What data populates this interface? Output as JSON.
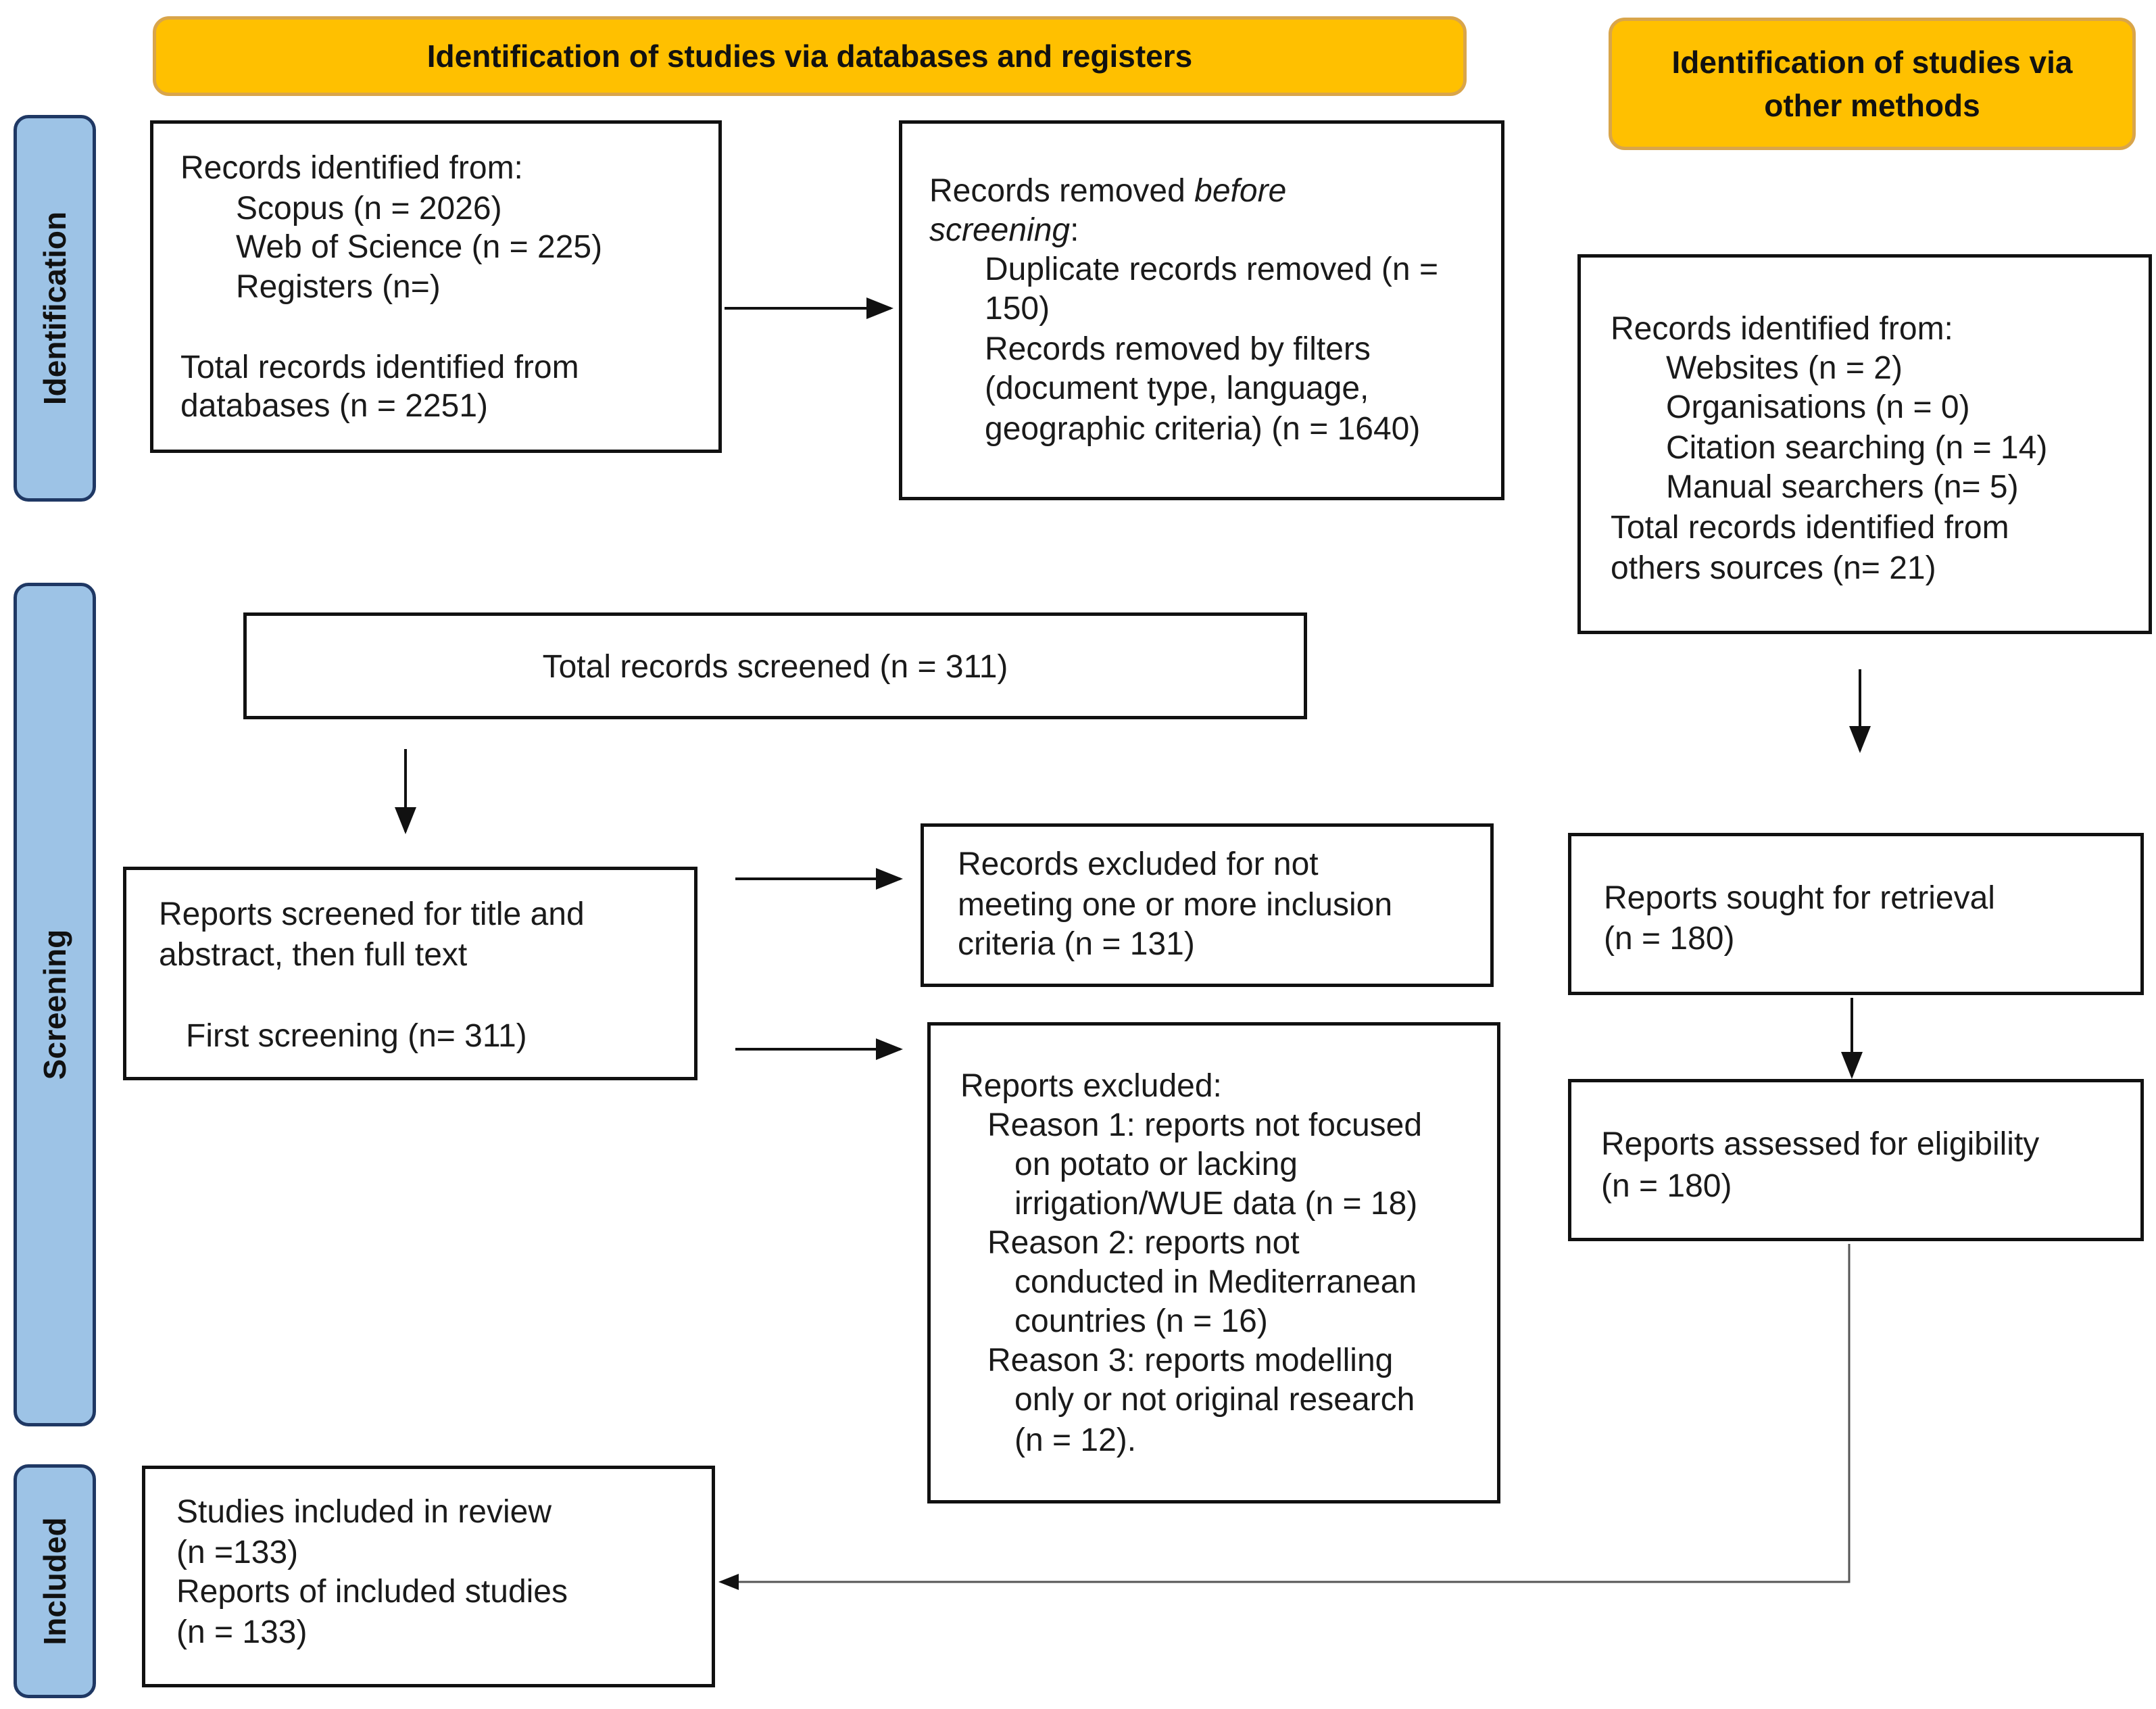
{
  "headers": {
    "databases": "Identification of studies via databases and registers",
    "other_line1": "Identification of studies via",
    "other_line2": "other methods"
  },
  "phases": {
    "identification": "Identification",
    "screening": "Screening",
    "included": "Included"
  },
  "db_identified": {
    "title": "Records identified from:",
    "scopus": "Scopus (n = 2026)",
    "wos": "Web of Science (n = 225)",
    "registers": "Registers (n=)",
    "total_line1": "Total records identified from",
    "total_line2": "databases (n = 2251)"
  },
  "removed": {
    "line1_prefix": "Records removed ",
    "line1_em": "before",
    "line2_em": "screening",
    "line2_suffix": ":",
    "dup_line1": "Duplicate records removed (n =",
    "dup_line2": "150)",
    "filt_line1": "Records removed by filters",
    "filt_line2": "(document type, language,",
    "filt_line3": "geographic criteria) (n = 1640)"
  },
  "other_identified": {
    "title": "Records identified from:",
    "websites": "Websites (n = 2)",
    "organisations": "Organisations (n = 0)",
    "citation": "Citation searching (n = 14)",
    "manual": "Manual searchers (n= 5)",
    "total_line1": "Total records identified from",
    "total_line2": "others sources (n= 21)"
  },
  "screened": {
    "text": "Total records screened (n = 311)"
  },
  "reports_screened": {
    "line1": "Reports screened for title and",
    "line2": "abstract, then full text",
    "line3": "First screening (n= 311)"
  },
  "excluded_records": {
    "line1": "Records excluded for not",
    "line2": "meeting one or more inclusion",
    "line3": "criteria (n = 131)"
  },
  "reports_excluded": {
    "title": "Reports excluded:",
    "r1_line1": "Reason 1: reports not focused",
    "r1_line2": "on potato or lacking",
    "r1_line3": "irrigation/WUE data  (n = 18)",
    "r2_line1": "Reason 2: reports not",
    "r2_line2": "conducted in Mediterranean",
    "r2_line3": "countries (n = 16)",
    "r3_line1": "Reason 3: reports modelling",
    "r3_line2": "only or not original research",
    "r3_line3": "(n = 12)."
  },
  "sought": {
    "line1": "Reports sought for retrieval",
    "line2": "(n = 180)"
  },
  "assessed": {
    "line1": "Reports assessed for eligibility",
    "line2": "(n = 180)"
  },
  "included_box": {
    "line1": "Studies included in review",
    "line2": "(n =133)",
    "line3": "Reports of included studies",
    "line4": "(n = 133)"
  },
  "colors": {
    "header_fill": "#FFC000",
    "phase_fill": "#9DC3E6",
    "phase_border": "#1F3864"
  }
}
